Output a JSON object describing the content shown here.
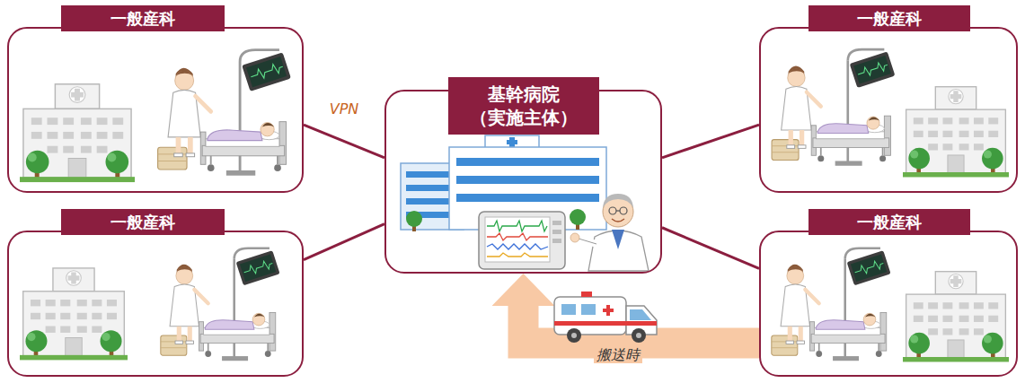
{
  "diagram": {
    "nodes": [
      {
        "text": [
          "一般産科"
        ]
      },
      {
        "text": [
          "一般産科"
        ]
      },
      {
        "text": [
          "基幹病院 （実施主体）"
        ]
      },
      {
        "text": [
          "一般産科"
        ]
      },
      {
        "text": [
          "一般産科"
        ]
      }
    ],
    "edges": [
      {
        "from": 0,
        "to": 2,
        "arrow": "none",
        "label": "VPN"
      },
      {
        "from": 1,
        "to": 2,
        "arrow": "none"
      },
      {
        "from": 3,
        "to": 2,
        "arrow": "none"
      },
      {
        "from": 4,
        "to": 2,
        "arrow": "none"
      },
      {
        "from": 4,
        "to": 2,
        "arrow": "to",
        "label": "搬送時"
      }
    ]
  }
}
